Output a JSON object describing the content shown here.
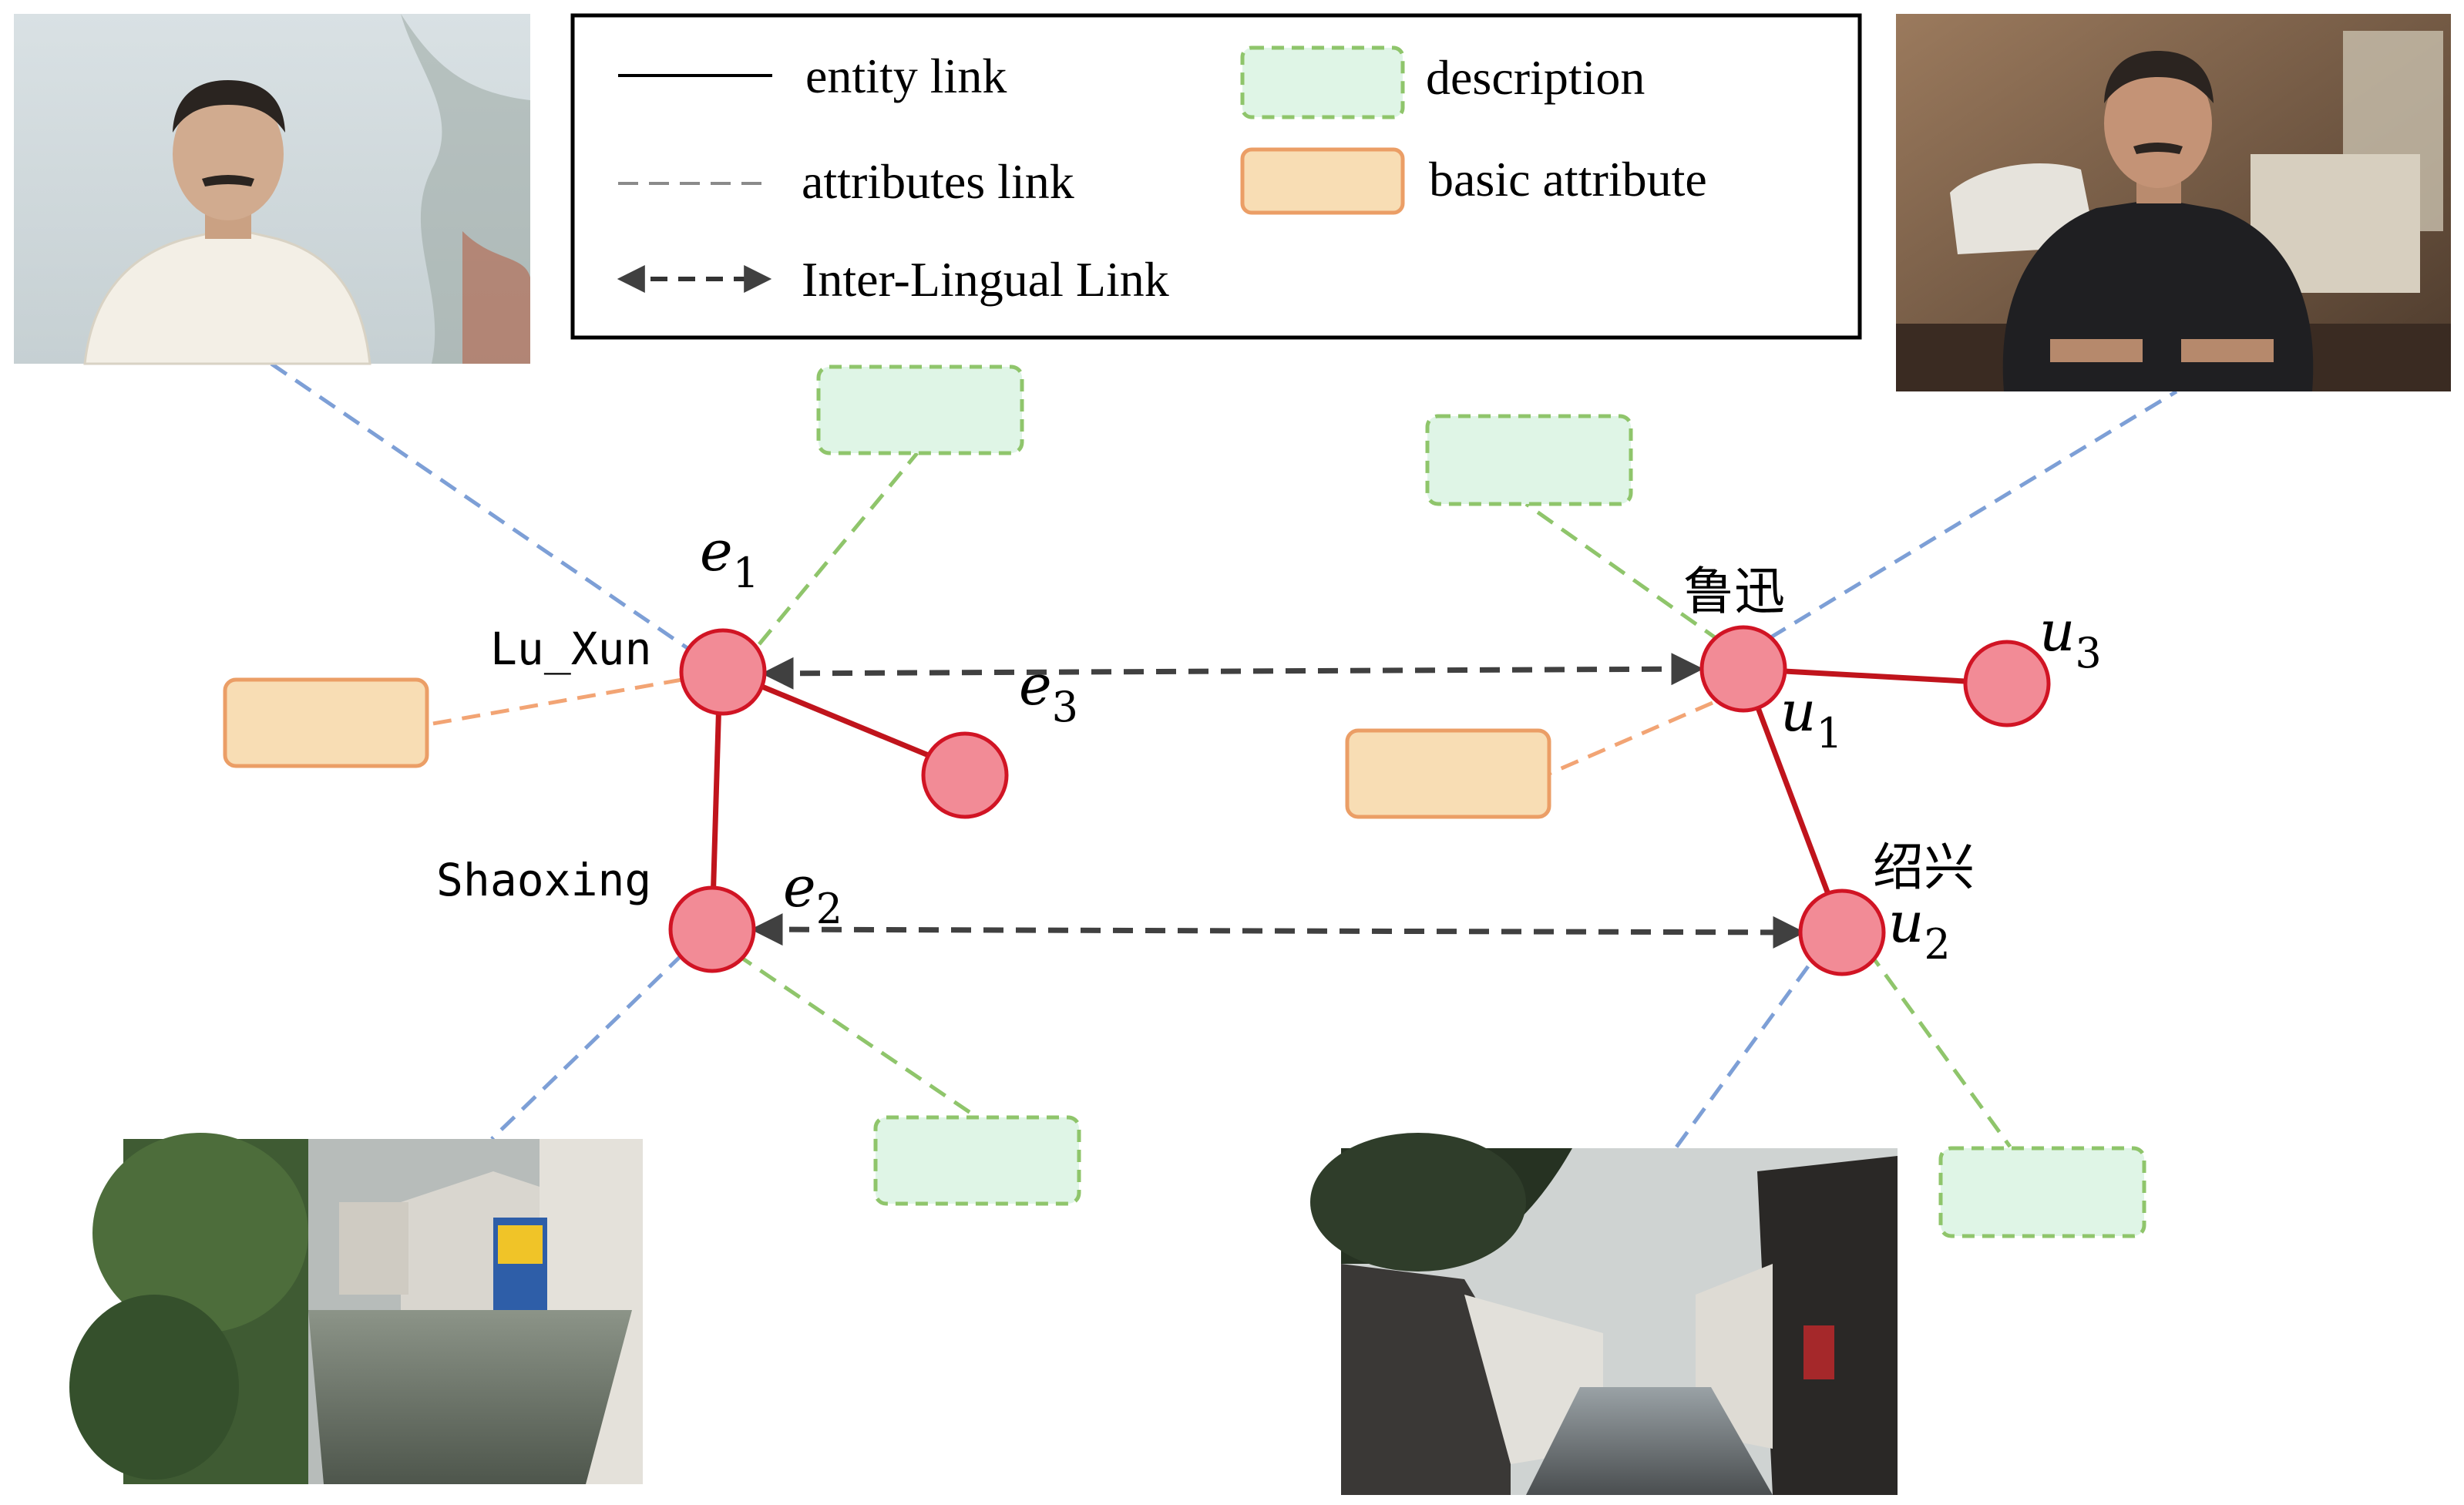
{
  "legend": {
    "entity_link": "entity link",
    "attributes_link": "attributes link",
    "inter_lingual_link": "Inter-Lingual Link",
    "description": "description",
    "basic_attribute": "basic attribute"
  },
  "nodes": {
    "e1": {
      "var": "e",
      "sub": "1",
      "name": "Lu_Xun"
    },
    "e2": {
      "var": "e",
      "sub": "2",
      "name": "Shaoxing"
    },
    "e3": {
      "var": "e",
      "sub": "3"
    },
    "u1": {
      "var": "u",
      "sub": "1",
      "name": "鲁迅"
    },
    "u2": {
      "var": "u",
      "sub": "2",
      "name": "绍兴"
    },
    "u3": {
      "var": "u",
      "sub": "3"
    }
  },
  "images": {
    "portrait_left": "portrait-of-lu-xun",
    "portrait_right": "painting-of-lu-xun-seated",
    "canal_left": "shaoxing-canal-photo",
    "canal_right": "shaoxing-canal-street-photo"
  },
  "colors": {
    "node_fill": "#f28b96",
    "node_stroke": "#d11424",
    "entity_link": "#c0141c",
    "inter_lingual": "#404040",
    "image_link": "#7d9fd6",
    "description_link": "#8fc56b",
    "description_fill": "#dff5e6",
    "attribute_link": "#f2a474",
    "attribute_fill": "#f8ddb4",
    "attribute_stroke": "#eb9e66"
  }
}
